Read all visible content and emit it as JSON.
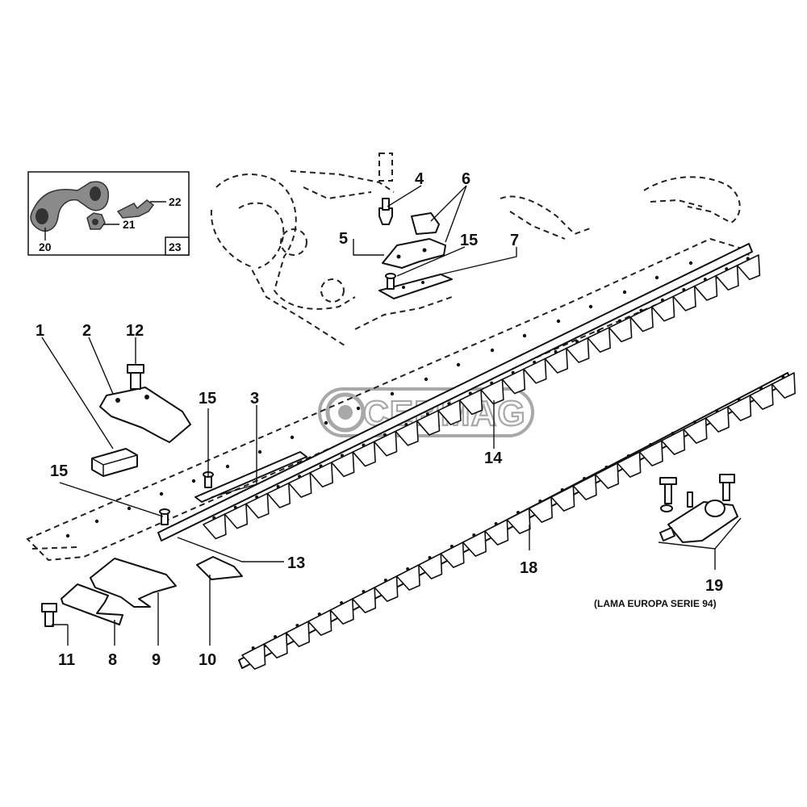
{
  "watermark": {
    "text": "CERMAG"
  },
  "inset": {
    "box_label": "23",
    "parts": [
      {
        "id": "inset-20",
        "number": "20"
      },
      {
        "id": "inset-21",
        "number": "21"
      },
      {
        "id": "inset-22",
        "number": "22"
      }
    ]
  },
  "callouts": [
    {
      "id": "c1",
      "number": "1"
    },
    {
      "id": "c2",
      "number": "2"
    },
    {
      "id": "c3",
      "number": "3"
    },
    {
      "id": "c4",
      "number": "4"
    },
    {
      "id": "c5",
      "number": "5"
    },
    {
      "id": "c6",
      "number": "6"
    },
    {
      "id": "c7",
      "number": "7"
    },
    {
      "id": "c8",
      "number": "8"
    },
    {
      "id": "c9",
      "number": "9"
    },
    {
      "id": "c10",
      "number": "10"
    },
    {
      "id": "c11",
      "number": "11"
    },
    {
      "id": "c12",
      "number": "12"
    },
    {
      "id": "c13",
      "number": "13"
    },
    {
      "id": "c14",
      "number": "14"
    },
    {
      "id": "c15a",
      "number": "15"
    },
    {
      "id": "c15b",
      "number": "15"
    },
    {
      "id": "c15c",
      "number": "15"
    },
    {
      "id": "c18",
      "number": "18"
    },
    {
      "id": "c19",
      "number": "19"
    }
  ],
  "caption_19": "(LAMA EUROPA SERIE 94)"
}
